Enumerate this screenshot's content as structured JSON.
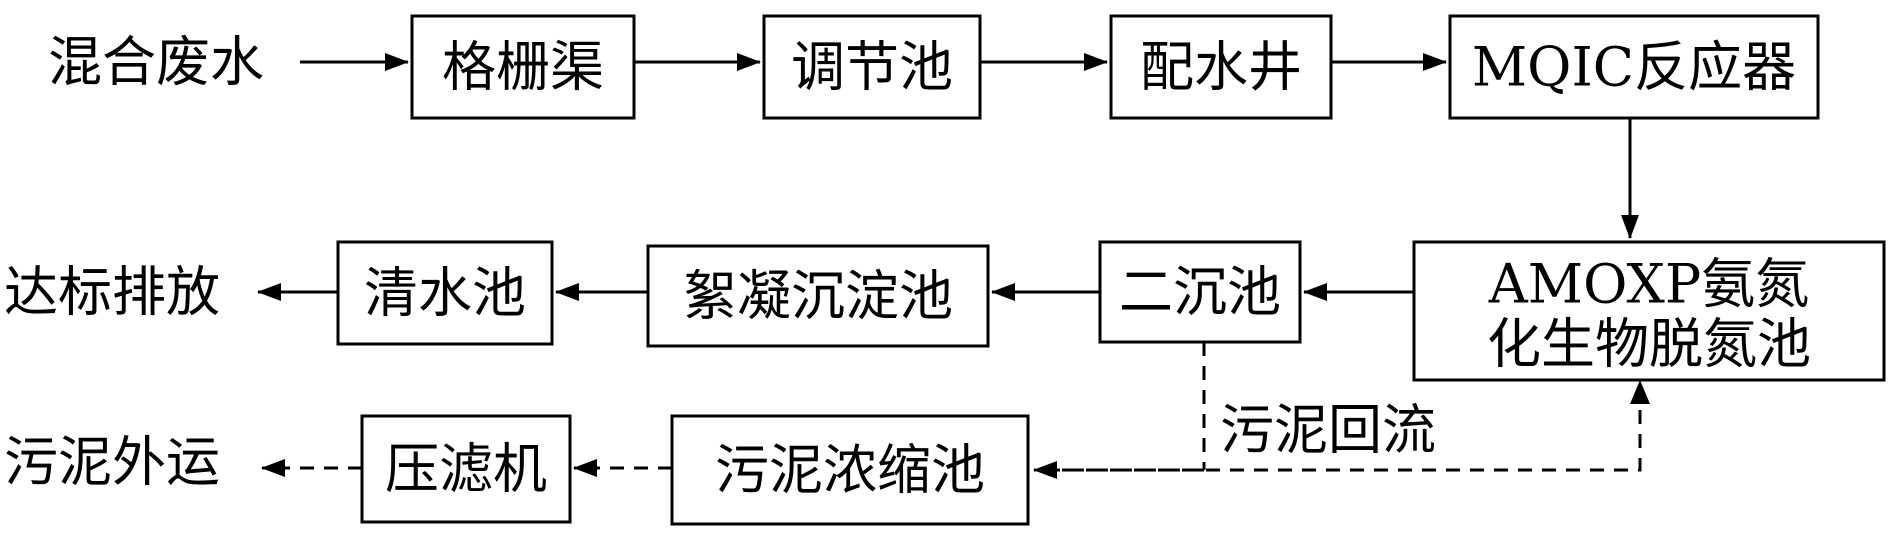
{
  "inputs": {
    "mixed_wastewater": "混合废水"
  },
  "units": {
    "screen_channel": "格栅渠",
    "equalization_tank": "调节池",
    "distribution_well": "配水井",
    "mqic_reactor": "MQIC反应器",
    "amoxp_tank_line1": "AMOXP氨氮",
    "amoxp_tank_line2": "化生物脱氮池",
    "secondary_clarifier": "二沉池",
    "coagulation_tank": "絮凝沉淀池",
    "clear_water_tank": "清水池",
    "sludge_thickener": "污泥浓缩池",
    "filter_press": "压滤机"
  },
  "outputs": {
    "discharge": "达标排放",
    "sludge_out": "污泥外运"
  },
  "labels": {
    "sludge_return": "污泥回流"
  },
  "colors": {
    "stroke": "#000000",
    "background": "#ffffff"
  }
}
